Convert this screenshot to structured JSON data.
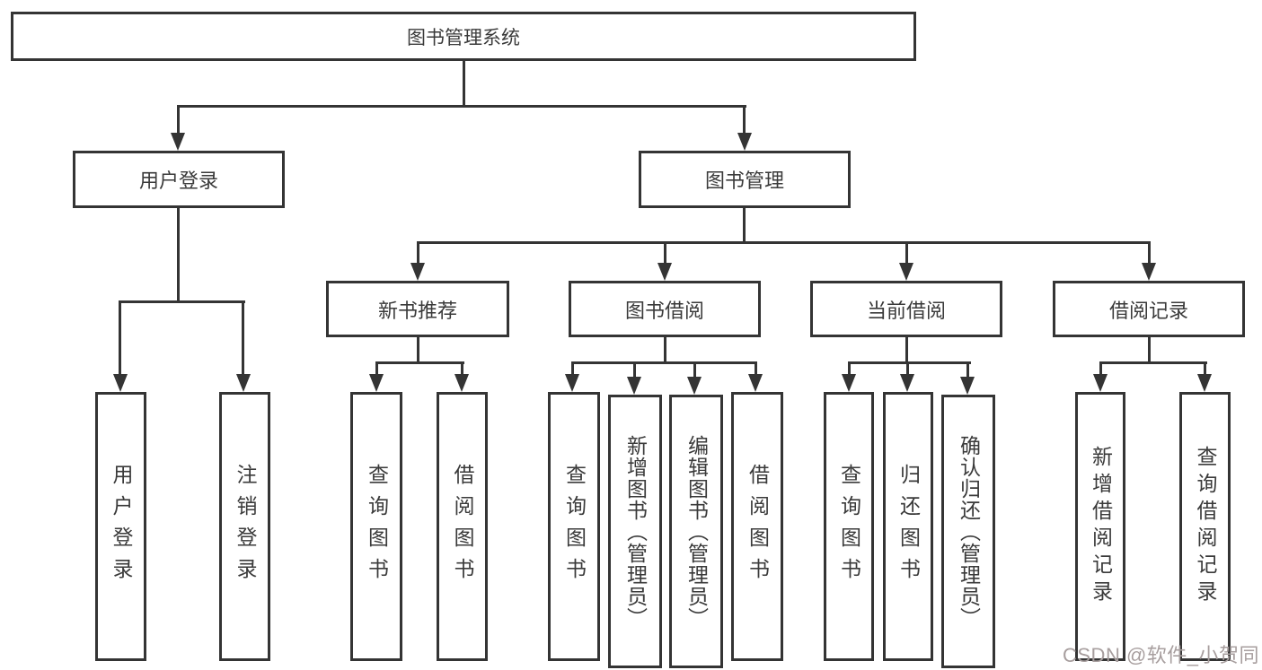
{
  "diagram": {
    "root": {
      "label": "图书管理系统"
    },
    "level2": {
      "user_login": {
        "label": "用户登录"
      },
      "book_management": {
        "label": "图书管理"
      }
    },
    "level3": {
      "new_book_recommend": {
        "label": "新书推荐"
      },
      "book_borrow": {
        "label": "图书借阅"
      },
      "current_borrow": {
        "label": "当前借阅"
      },
      "borrow_records": {
        "label": "借阅记录"
      }
    },
    "leaves": {
      "user_login": {
        "label": "用户登录"
      },
      "logout": {
        "label": "注销登录"
      },
      "nbr_query_books": {
        "label": "查询图书"
      },
      "nbr_borrow_books": {
        "label": "借阅图书"
      },
      "bb_query_books": {
        "label": "查询图书"
      },
      "bb_add_books": {
        "label": "新增图书（管理员）"
      },
      "bb_edit_books": {
        "label": "编辑图书（管理员）"
      },
      "bb_borrow_books": {
        "label": "借阅图书"
      },
      "cb_query_books": {
        "label": "查询图书"
      },
      "cb_return_books": {
        "label": "归还图书"
      },
      "cb_confirm_return": {
        "label": "确认归还（管理员）"
      },
      "br_add_record": {
        "label": "新增借阅记录"
      },
      "br_query_record": {
        "label": "查询借阅记录"
      }
    },
    "watermark": "CSDN @软件_小贺同学",
    "colors": {
      "line": "#343434",
      "text": "#3a3a3a",
      "watermark": "#a79e9e",
      "background": "#ffffff"
    }
  }
}
